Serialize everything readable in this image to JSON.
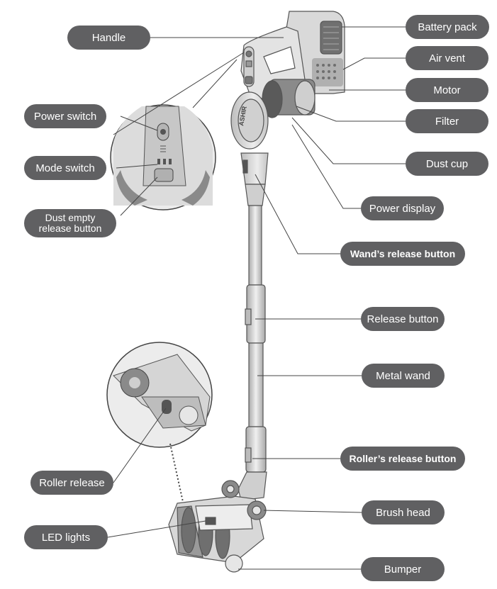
{
  "diagram": {
    "labels": {
      "handle": "Handle",
      "battery_pack": "Battery pack",
      "air_vent": "Air vent",
      "motor": "Motor",
      "filter": "Filter",
      "dust_cup": "Dust cup",
      "power_switch": "Power switch",
      "mode_switch": "Mode switch",
      "dust_empty_line1": "Dust empty",
      "dust_empty_line2": "release button",
      "power_display": "Power display",
      "wands_release_button": "Wand’s release button",
      "release_button": "Release button",
      "metal_wand": "Metal wand",
      "rollers_release_button": "Roller’s release button",
      "roller_release": "Roller release",
      "brush_head": "Brush head",
      "led_lights": "LED lights",
      "bumper": "Bumper"
    },
    "body_brand_text": "ASHIR"
  },
  "colors": {
    "label_fill": "#606062",
    "label_text": "#ffffff",
    "line": "#3c3c3c",
    "device_light": "#e9e9e9",
    "device_mid": "#b9b9b9",
    "device_dark": "#707070"
  }
}
